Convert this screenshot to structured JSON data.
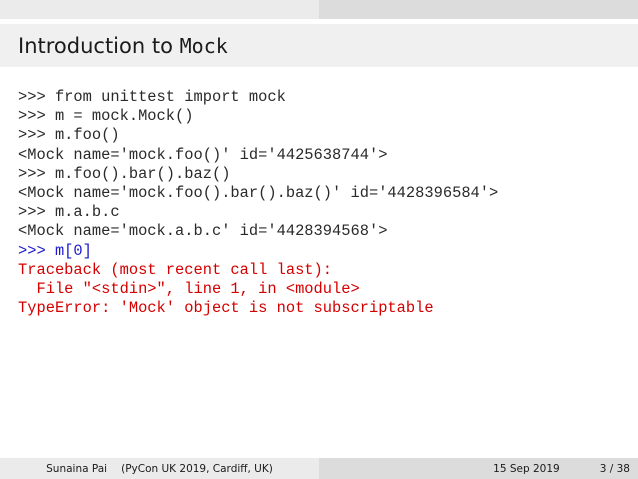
{
  "slide": {
    "title_text": "Introduction to ",
    "title_code": "Mock"
  },
  "code_lines": [
    {
      "text": ">>> from unittest import mock",
      "style": "normal"
    },
    {
      "text": ">>> m = mock.Mock()",
      "style": "normal"
    },
    {
      "text": ">>> m.foo()",
      "style": "normal"
    },
    {
      "text": "<Mock name='mock.foo()' id='4425638744'>",
      "style": "normal"
    },
    {
      "text": ">>> m.foo().bar().baz()",
      "style": "normal"
    },
    {
      "text": "<Mock name='mock.foo().bar().baz()' id='4428396584'>",
      "style": "normal"
    },
    {
      "text": ">>> m.a.b.c",
      "style": "normal"
    },
    {
      "text": "<Mock name='mock.a.b.c' id='4428394568'>",
      "style": "normal"
    },
    {
      "text": ">>> m[0]",
      "style": "prompt"
    },
    {
      "text": "Traceback (most recent call last):",
      "style": "err"
    },
    {
      "text": "  File \"<stdin>\", line 1, in <module>",
      "style": "err"
    },
    {
      "text": "TypeError: 'Mock' object is not subscriptable",
      "style": "err"
    }
  ],
  "footer": {
    "author": "Sunaina Pai",
    "event": "(PyCon UK 2019, Cardiff, UK)",
    "date": "15 Sep 2019",
    "page": "3 / 38"
  },
  "colors": {
    "prompt": "#1a1acc",
    "error": "#d40000"
  }
}
